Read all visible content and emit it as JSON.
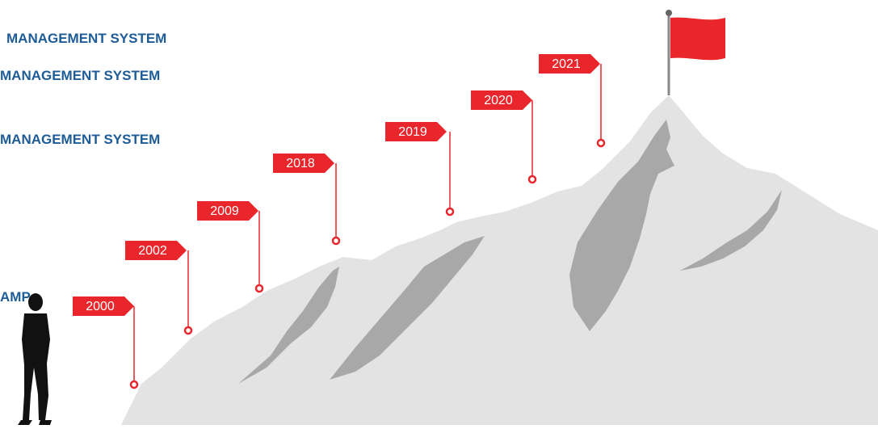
{
  "side_labels": [
    "MANAGEMENT SYSTEM",
    "MANAGEMENT SYSTEM",
    "MANAGEMENT SYSTEM",
    "AMP"
  ],
  "milestones": [
    "2000",
    "2002",
    "2009",
    "2018",
    "2019",
    "2020",
    "2021"
  ],
  "colors": {
    "accent": "#e8262b",
    "label_text": "#1d5c97",
    "mountain_light": "#e3e3e3",
    "mountain_shadow": "#a8a8a8",
    "silhouette": "#111111"
  },
  "icons": {
    "summit": "flag-icon",
    "climber": "person-silhouette-icon"
  }
}
